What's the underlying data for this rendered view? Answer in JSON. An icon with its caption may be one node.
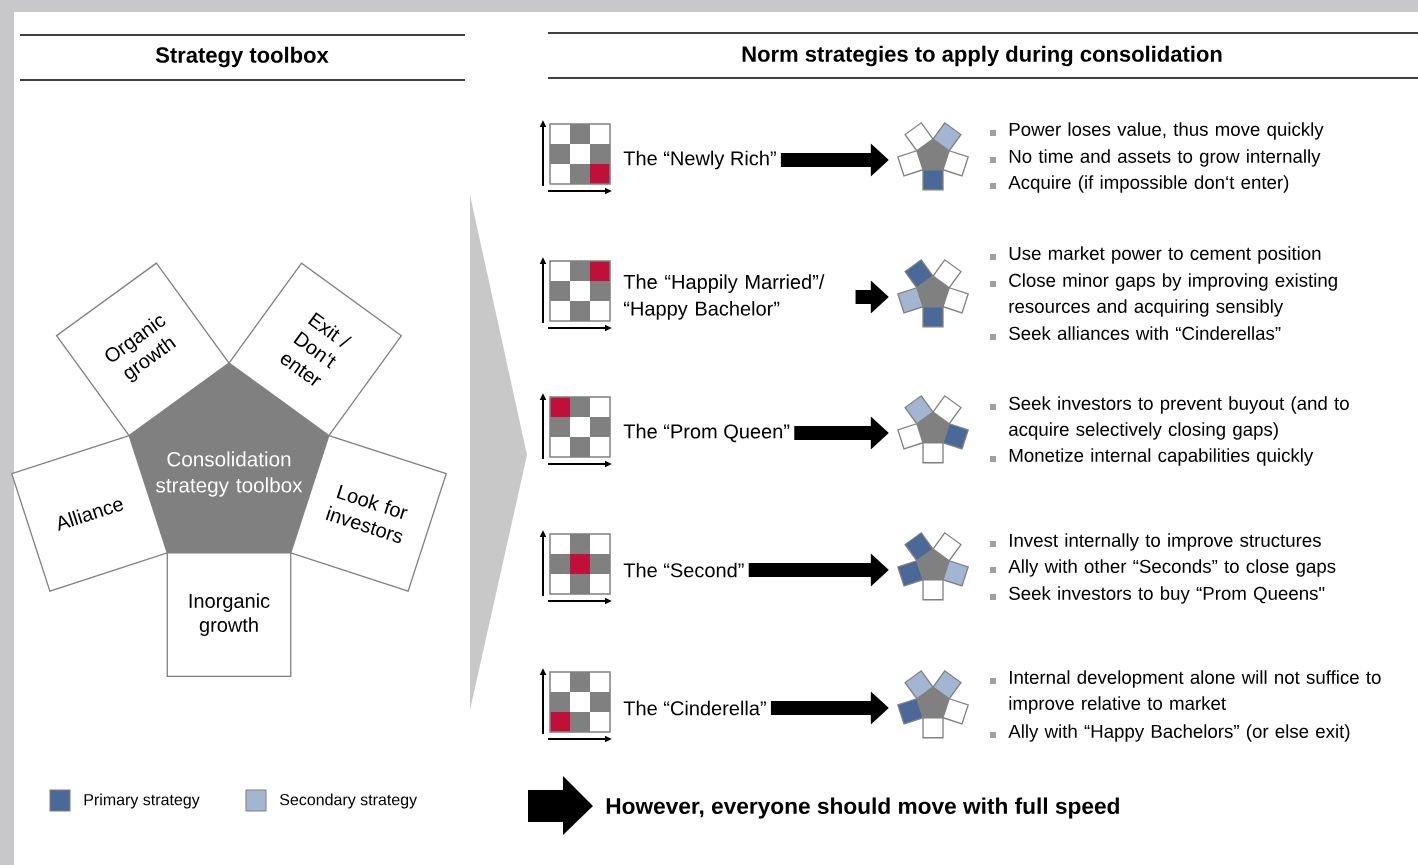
{
  "diagram": {
    "nodes": [
      {
        "text": [
          "Consolidation strategy toolbox"
        ]
      },
      {
        "text": [
          "Organic growth"
        ]
      },
      {
        "text": [
          "Exit / Don‘t enter"
        ]
      },
      {
        "text": [
          "Alliance"
        ]
      },
      {
        "text": [
          "Look for investors"
        ]
      },
      {
        "text": [
          "Inorganic growth"
        ]
      },
      {
        "text": [
          "The “Newly Rich”"
        ]
      },
      {
        "text": [],
        "shape": "pentagon"
      },
      {
        "text": [
          "The “Happily Married”/ “Happy Bachelor”"
        ]
      },
      {
        "text": [],
        "shape": "pentagon"
      },
      {
        "text": [
          "The “Prom Queen”"
        ]
      },
      {
        "text": [],
        "shape": "pentagon"
      },
      {
        "text": [
          "The “Second”"
        ]
      },
      {
        "text": [],
        "shape": "pentagon"
      },
      {
        "text": [
          "The “Cinderella”"
        ]
      },
      {
        "text": [],
        "shape": "pentagon"
      },
      {
        "text": [],
        "shape": "chevron"
      }
    ],
    "edges": [
      {
        "from": 6,
        "to": 7,
        "arrow": "to"
      },
      {
        "from": 8,
        "to": 9,
        "arrow": "to"
      },
      {
        "from": 10,
        "to": 11,
        "arrow": "to"
      },
      {
        "from": 12,
        "to": 13,
        "arrow": "to"
      },
      {
        "from": 14,
        "to": 15,
        "arrow": "to"
      }
    ],
    "labels": [
      "Strategy toolbox",
      "Norm strategies to apply during consolidation",
      "Power loses value, thus move quickly",
      "No time and assets to grow internally",
      "Acquire (if impossible don‘t enter)",
      "Use market power to cement position",
      "Close minor gaps by improving existing resources and acquiring sensibly",
      "Seek alliances with “Cinderellas”",
      "Seek investors to prevent buyout (and to acquire selectively closing gaps)",
      "Monetize internal capabilities quickly",
      "Invest internally to improve structures",
      "Ally with other “Seconds” to close gaps",
      "Seek investors to buy “Prom Queens\"",
      "Internal development alone will not suffice to improve relative to market",
      "Ally with “Happy Bachelors” (or else exit)",
      "However, everyone should move with full speed"
    ],
    "legend": [
      {
        "text": "Primary strategy",
        "color": "#4a6898"
      },
      {
        "text": "Secondary strategy",
        "color": "#a3b5d1"
      }
    ]
  }
}
